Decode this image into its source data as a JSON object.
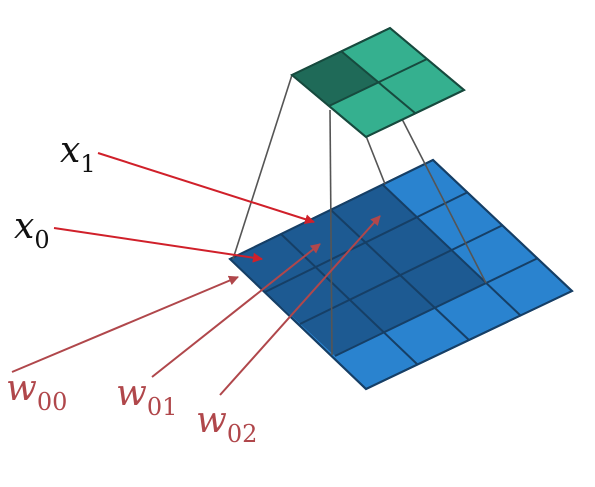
{
  "labels": {
    "x1": {
      "base": "x",
      "sub": "1"
    },
    "x0": {
      "base": "x",
      "sub": "0"
    },
    "w00": {
      "base": "w",
      "sub": "00"
    },
    "w01": {
      "base": "w",
      "sub": "01"
    },
    "w02": {
      "base": "w",
      "sub": "02"
    }
  },
  "colors": {
    "input_grid_light": "#2a83cf",
    "input_grid_dark": "#1d5a92",
    "input_grid_lines": "#163f66",
    "output_grid_light": "#35b08f",
    "output_grid_dark": "#1f6a58",
    "output_grid_lines": "#174a3e",
    "x_arrows": "#d0202a",
    "w_arrows": "#b0474b",
    "w_labels": "#b0474b",
    "x_labels": "#111111",
    "projection_lines": "#555555"
  }
}
